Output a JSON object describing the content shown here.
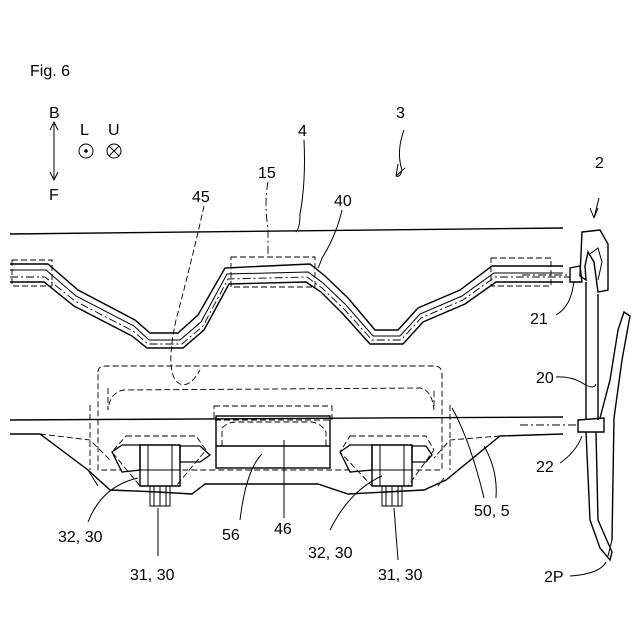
{
  "figure": {
    "title": "Fig. 6"
  },
  "orientation": {
    "back": "B",
    "front": "F",
    "left": "L",
    "up": "U"
  },
  "labels": {
    "ref_2": "2",
    "ref_3": "3",
    "ref_4": "4",
    "ref_15": "15",
    "ref_40": "40",
    "ref_45": "45",
    "ref_21": "21",
    "ref_20": "20",
    "ref_22": "22",
    "ref_2p": "2P",
    "ref_32_30_left": "32, 30",
    "ref_31_30_left": "31, 30",
    "ref_56": "56",
    "ref_46": "46",
    "ref_32_30_right": "32, 30",
    "ref_31_30_right": "31, 30",
    "ref_50_5": "50, 5"
  }
}
